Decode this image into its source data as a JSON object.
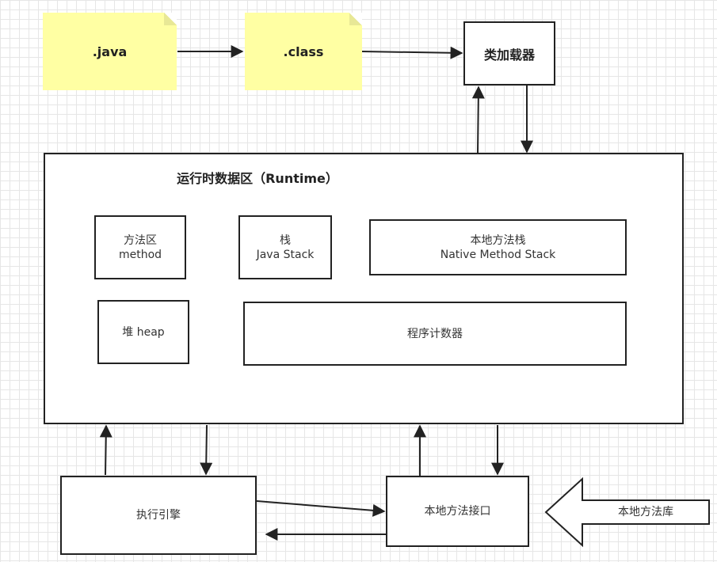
{
  "nodes": {
    "java_file": ".java",
    "class_file": ".class",
    "class_loader": "类加载器",
    "runtime_title": "运行时数据区（Runtime）",
    "method_area": {
      "zh": "方法区",
      "en": "method"
    },
    "java_stack": {
      "zh": "栈",
      "en": "Java Stack"
    },
    "native_stack": {
      "zh": "本地方法栈",
      "en": "Native Method Stack"
    },
    "heap": "堆 heap",
    "pc_register": "程序计数器",
    "exec_engine": "执行引擎",
    "native_interface": "本地方法接口",
    "native_library": "本地方法库"
  },
  "colors": {
    "note_fill": "#ffffa3",
    "stroke": "#222222",
    "grid": "#e6e6e6"
  }
}
